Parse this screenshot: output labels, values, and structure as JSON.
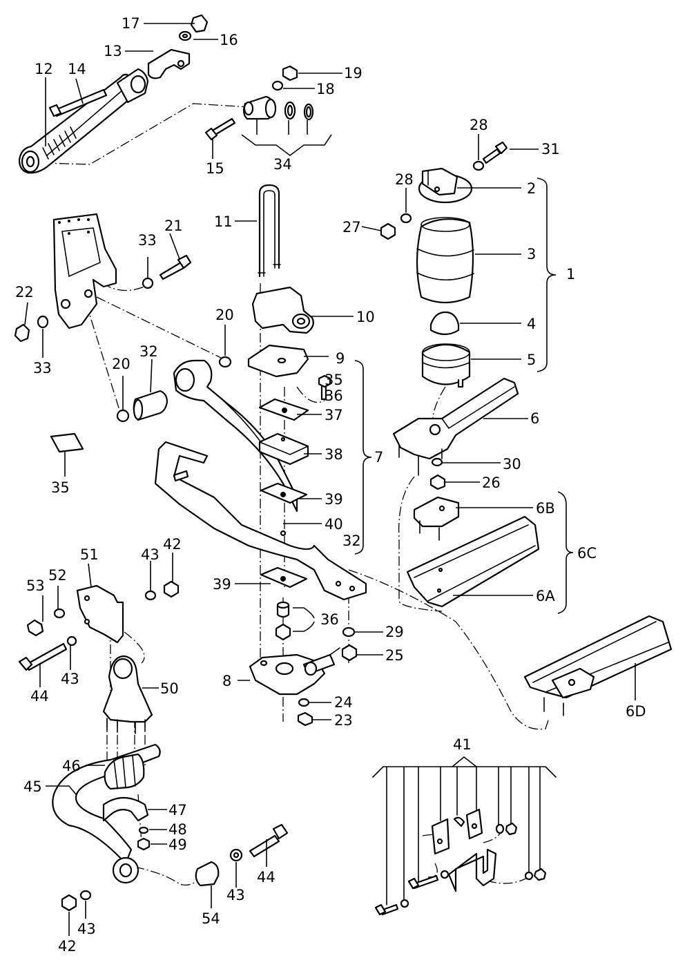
{
  "diagram": {
    "callouts": {
      "c1": "1",
      "c2": "2",
      "c3": "3",
      "c4": "4",
      "c5": "5",
      "c6": "6",
      "c6A": "6A",
      "c6B": "6B",
      "c6C": "6C",
      "c6D": "6D",
      "c7": "7",
      "c8": "8",
      "c9": "9",
      "c10": "10",
      "c11": "11",
      "c12": "12",
      "c13": "13",
      "c14": "14",
      "c15": "15",
      "c16": "16",
      "c17": "17",
      "c18": "18",
      "c19": "19",
      "c20a": "20",
      "c20b": "20",
      "c21": "21",
      "c22": "22",
      "c23": "23",
      "c24": "24",
      "c25": "25",
      "c26": "26",
      "c27": "27",
      "c28a": "28",
      "c28b": "28",
      "c29": "29",
      "c30": "30",
      "c31": "31",
      "c32a": "32",
      "c32b": "32",
      "c33a": "33",
      "c33b": "33",
      "c34": "34",
      "c35a": "35",
      "c35b": "35",
      "c36a": "36",
      "c36b": "36",
      "c37": "37",
      "c38": "38",
      "c39a": "39",
      "c39b": "39",
      "c40": "40",
      "c41": "41",
      "c42a": "42",
      "c42b": "42",
      "c43a": "43",
      "c43b": "43",
      "c43c": "43",
      "c43d": "43",
      "c44a": "44",
      "c44b": "44",
      "c45": "45",
      "c46": "46",
      "c47": "47",
      "c48": "48",
      "c49": "49",
      "c50": "50",
      "c51": "51",
      "c52": "52",
      "c53": "53",
      "c54": "54"
    }
  }
}
